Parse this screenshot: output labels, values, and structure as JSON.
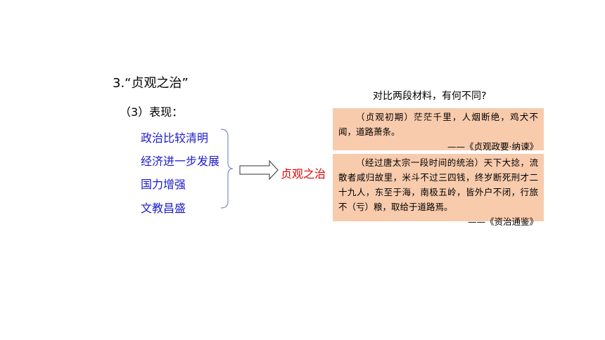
{
  "slide": {
    "title": "3.“贞观之治”",
    "subheading": "（3）表现：",
    "points": [
      "政治比较清明",
      "经济进一步发展",
      "国力增强",
      "文教昌盛"
    ],
    "result": "贞观之治",
    "question": "对比两段材料，有何不同?",
    "materials": [
      {
        "text": "（贞观初期）茫茫千里，人烟断绝，鸡犬不闻，道路萧条。",
        "source": "——《贞观政要·纳谏》"
      },
      {
        "text": "（经过唐太宗一段时间的统治）天下大捻，流散者咸归故里，米斗不过三四钱，终岁断死刑才二十九人，东至于海，南极五岭，皆外户不闭，行旅不（亏）粮，取给于道路焉。",
        "source": "——《资治通鉴》"
      }
    ],
    "colors": {
      "points": "#1a1acc",
      "result": "#e00000",
      "material_bg": "#f8cbad"
    }
  }
}
